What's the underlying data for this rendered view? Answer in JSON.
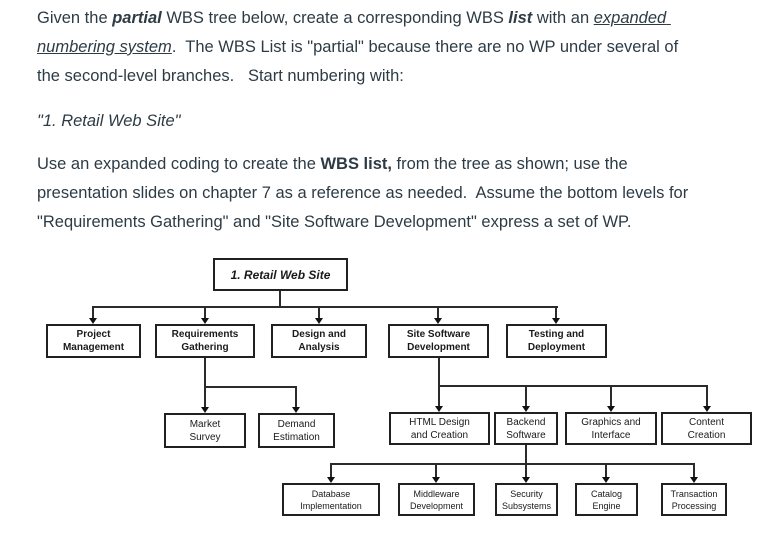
{
  "instructions": {
    "p1_seg1": "Given the ",
    "p1_seg2": "partial",
    "p1_seg3": " WBS tree below, create a corresponding WBS ",
    "p1_seg4": "list",
    "p1_seg5": " with an ",
    "p1_seg6": "expanded numbering system",
    "p1_seg7": ".  The WBS List is \"partial\" because there are no WP under several of the second-level branches.   Start numbering with:",
    "quote": "\"1. Retail Web Site\"",
    "p2_seg1": "Use an expanded coding to create the ",
    "p2_seg2": "WBS list,",
    "p2_seg3": " from the tree as shown; use the presentation slides on chapter 7 as a reference as needed.  Assume the bottom levels for \"Requirements Gathering\" and \"Site Software Development\" express a set of WP."
  },
  "wbs_tree": {
    "root": {
      "label": "1. Retail Web Site"
    },
    "level2": [
      {
        "label": [
          "Project",
          "Management"
        ]
      },
      {
        "label": [
          "Requirements",
          "Gathering"
        ]
      },
      {
        "label": [
          "Design and",
          "Analysis"
        ]
      },
      {
        "label": [
          "Site Software",
          "Development"
        ]
      },
      {
        "label": [
          "Testing and",
          "Deployment"
        ]
      }
    ],
    "requirements_gathering_children": [
      {
        "label": [
          "Market",
          "Survey"
        ]
      },
      {
        "label": [
          "Demand",
          "Estimation"
        ]
      }
    ],
    "site_software_children": [
      {
        "label": [
          "HTML Design",
          "and Creation"
        ]
      },
      {
        "label": [
          "Backend",
          "Software"
        ]
      },
      {
        "label": [
          "Graphics and",
          "Interface"
        ]
      },
      {
        "label": [
          "Content",
          "Creation"
        ]
      }
    ],
    "backend_software_children": [
      {
        "label": [
          "Database",
          "Implementation"
        ]
      },
      {
        "label": [
          "Middleware",
          "Development"
        ]
      },
      {
        "label": [
          "Security",
          "Subsystems"
        ]
      },
      {
        "label": [
          "Catalog",
          "Engine"
        ]
      },
      {
        "label": [
          "Transaction",
          "Processing"
        ]
      }
    ]
  },
  "colors": {
    "text": "#2d3b45",
    "tree_text": "#1a1a1a",
    "box_border": "#212121",
    "connector": "#2b2b2b",
    "background": "#ffffff"
  }
}
